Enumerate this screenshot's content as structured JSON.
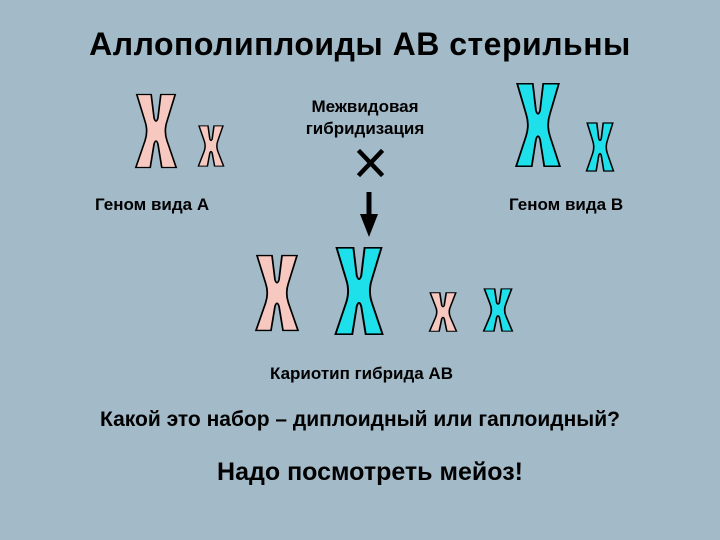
{
  "title": "Аллополиплоиды АВ стерильны",
  "hybridization_label": "Межвидовая гибридизация",
  "genome_a_label": "Геном вида А",
  "genome_b_label": "Геном вида В",
  "karyotype_label": "Кариотип гибрида АВ",
  "question": "Какой это набор – диплоидный или гаплоидный?",
  "answer": "Надо посмотреть мейоз!",
  "colors": {
    "background": "#a3bac8",
    "genome_a": "#f6c8bf",
    "genome_b": "#1ee0ea",
    "outline": "#000000"
  }
}
